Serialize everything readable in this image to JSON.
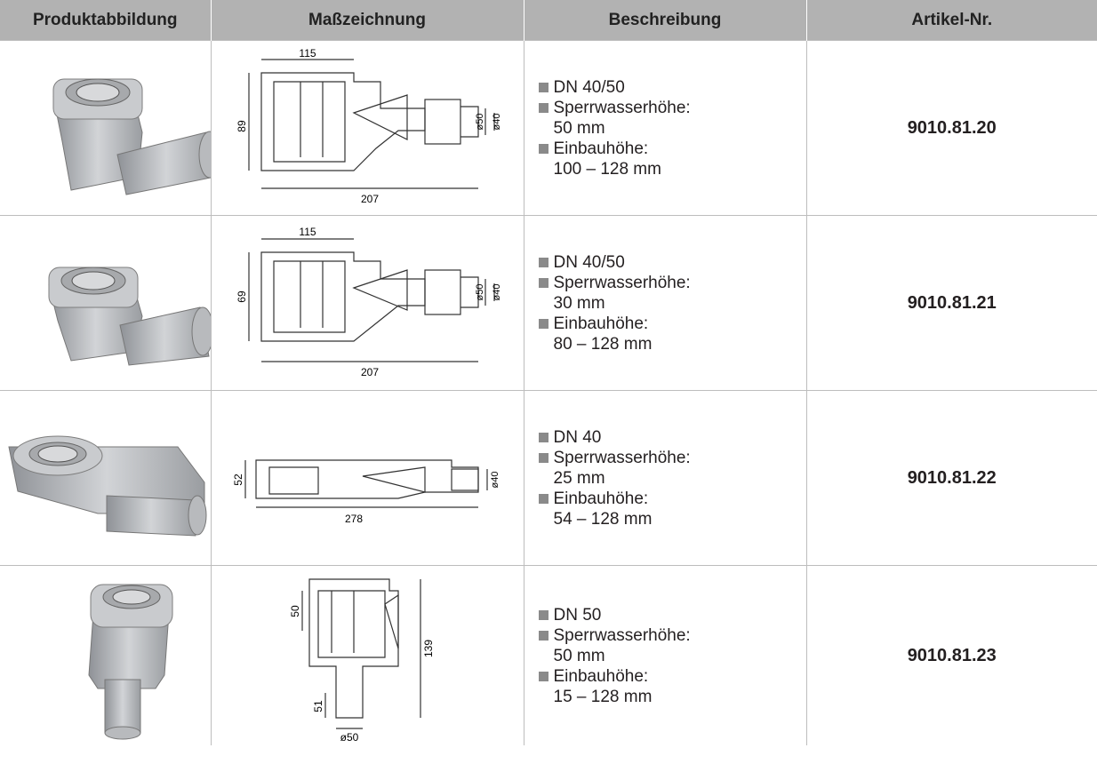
{
  "headers": {
    "image": "Produktabbildung",
    "drawing": "Maßzeichnung",
    "description": "Beschreibung",
    "article": "Artikel-Nr."
  },
  "rows": [
    {
      "dn": "DN 40/50",
      "seal_label": "Sperrwasserhöhe:",
      "seal_value": "50 mm",
      "install_label": "Einbauhöhe:",
      "install_value": "100 – 128 mm",
      "article": "9010.81.20",
      "dims": {
        "top": "115",
        "height": "89",
        "bottom": "207",
        "d1": "ø50",
        "d2": "ø40"
      }
    },
    {
      "dn": "DN 40/50",
      "seal_label": "Sperrwasserhöhe:",
      "seal_value": "30 mm",
      "install_label": "Einbauhöhe:",
      "install_value": "80 – 128 mm",
      "article": "9010.81.21",
      "dims": {
        "top": "115",
        "height": "69",
        "bottom": "207",
        "d1": "ø50",
        "d2": "ø40"
      }
    },
    {
      "dn": "DN 40",
      "seal_label": "Sperrwasserhöhe:",
      "seal_value": "25 mm",
      "install_label": "Einbauhöhe:",
      "install_value": "54 – 128 mm",
      "article": "9010.81.22",
      "dims": {
        "height": "52",
        "bottom": "278",
        "d2": "ø40"
      }
    },
    {
      "dn": "DN 50",
      "seal_label": "Sperrwasserhöhe:",
      "seal_value": "50 mm",
      "install_label": "Einbauhöhe:",
      "install_value": "15 – 128 mm",
      "article": "9010.81.23",
      "dims": {
        "upper": "50",
        "lower": "51",
        "total": "139",
        "d1": "ø50"
      }
    }
  ]
}
